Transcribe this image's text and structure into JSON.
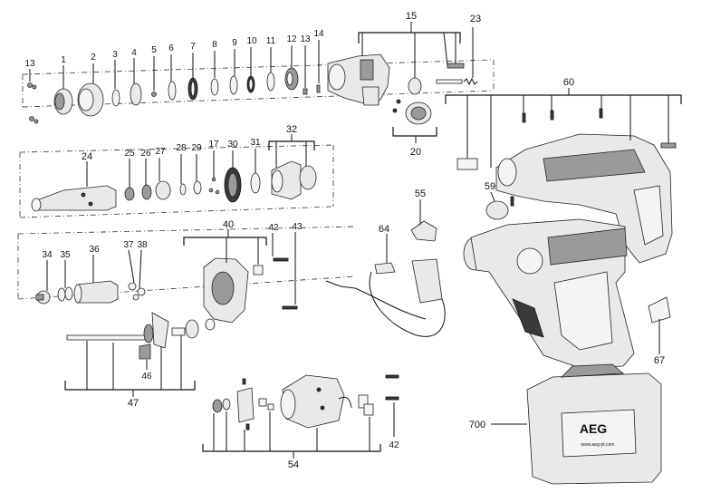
{
  "labels": {
    "p1": "1",
    "p2": "2",
    "p3": "3",
    "p4": "4",
    "p5": "5",
    "p6": "6",
    "p7": "7",
    "p8": "8",
    "p9": "9",
    "p10": "10",
    "p11": "11",
    "p12": "12",
    "p13a": "13",
    "p13b": "13",
    "p14": "14",
    "p15": "15",
    "p17": "17",
    "p20": "20",
    "p23": "23",
    "p24": "24",
    "p25": "25",
    "p26": "26",
    "p27": "27",
    "p28": "28",
    "p29": "29",
    "p30": "30",
    "p31": "31",
    "p32": "32",
    "p34": "34",
    "p35": "35",
    "p36": "36",
    "p37": "37",
    "p38": "38",
    "p40": "40",
    "p42a": "42",
    "p42b": "42",
    "p43": "43",
    "p46": "46",
    "p47": "47",
    "p54": "54",
    "p55": "55",
    "p59": "59",
    "p60": "60",
    "p64": "64",
    "p67": "67",
    "p700": "700"
  },
  "case_brand": "AEG",
  "case_url": "www.aeg-pt.com"
}
